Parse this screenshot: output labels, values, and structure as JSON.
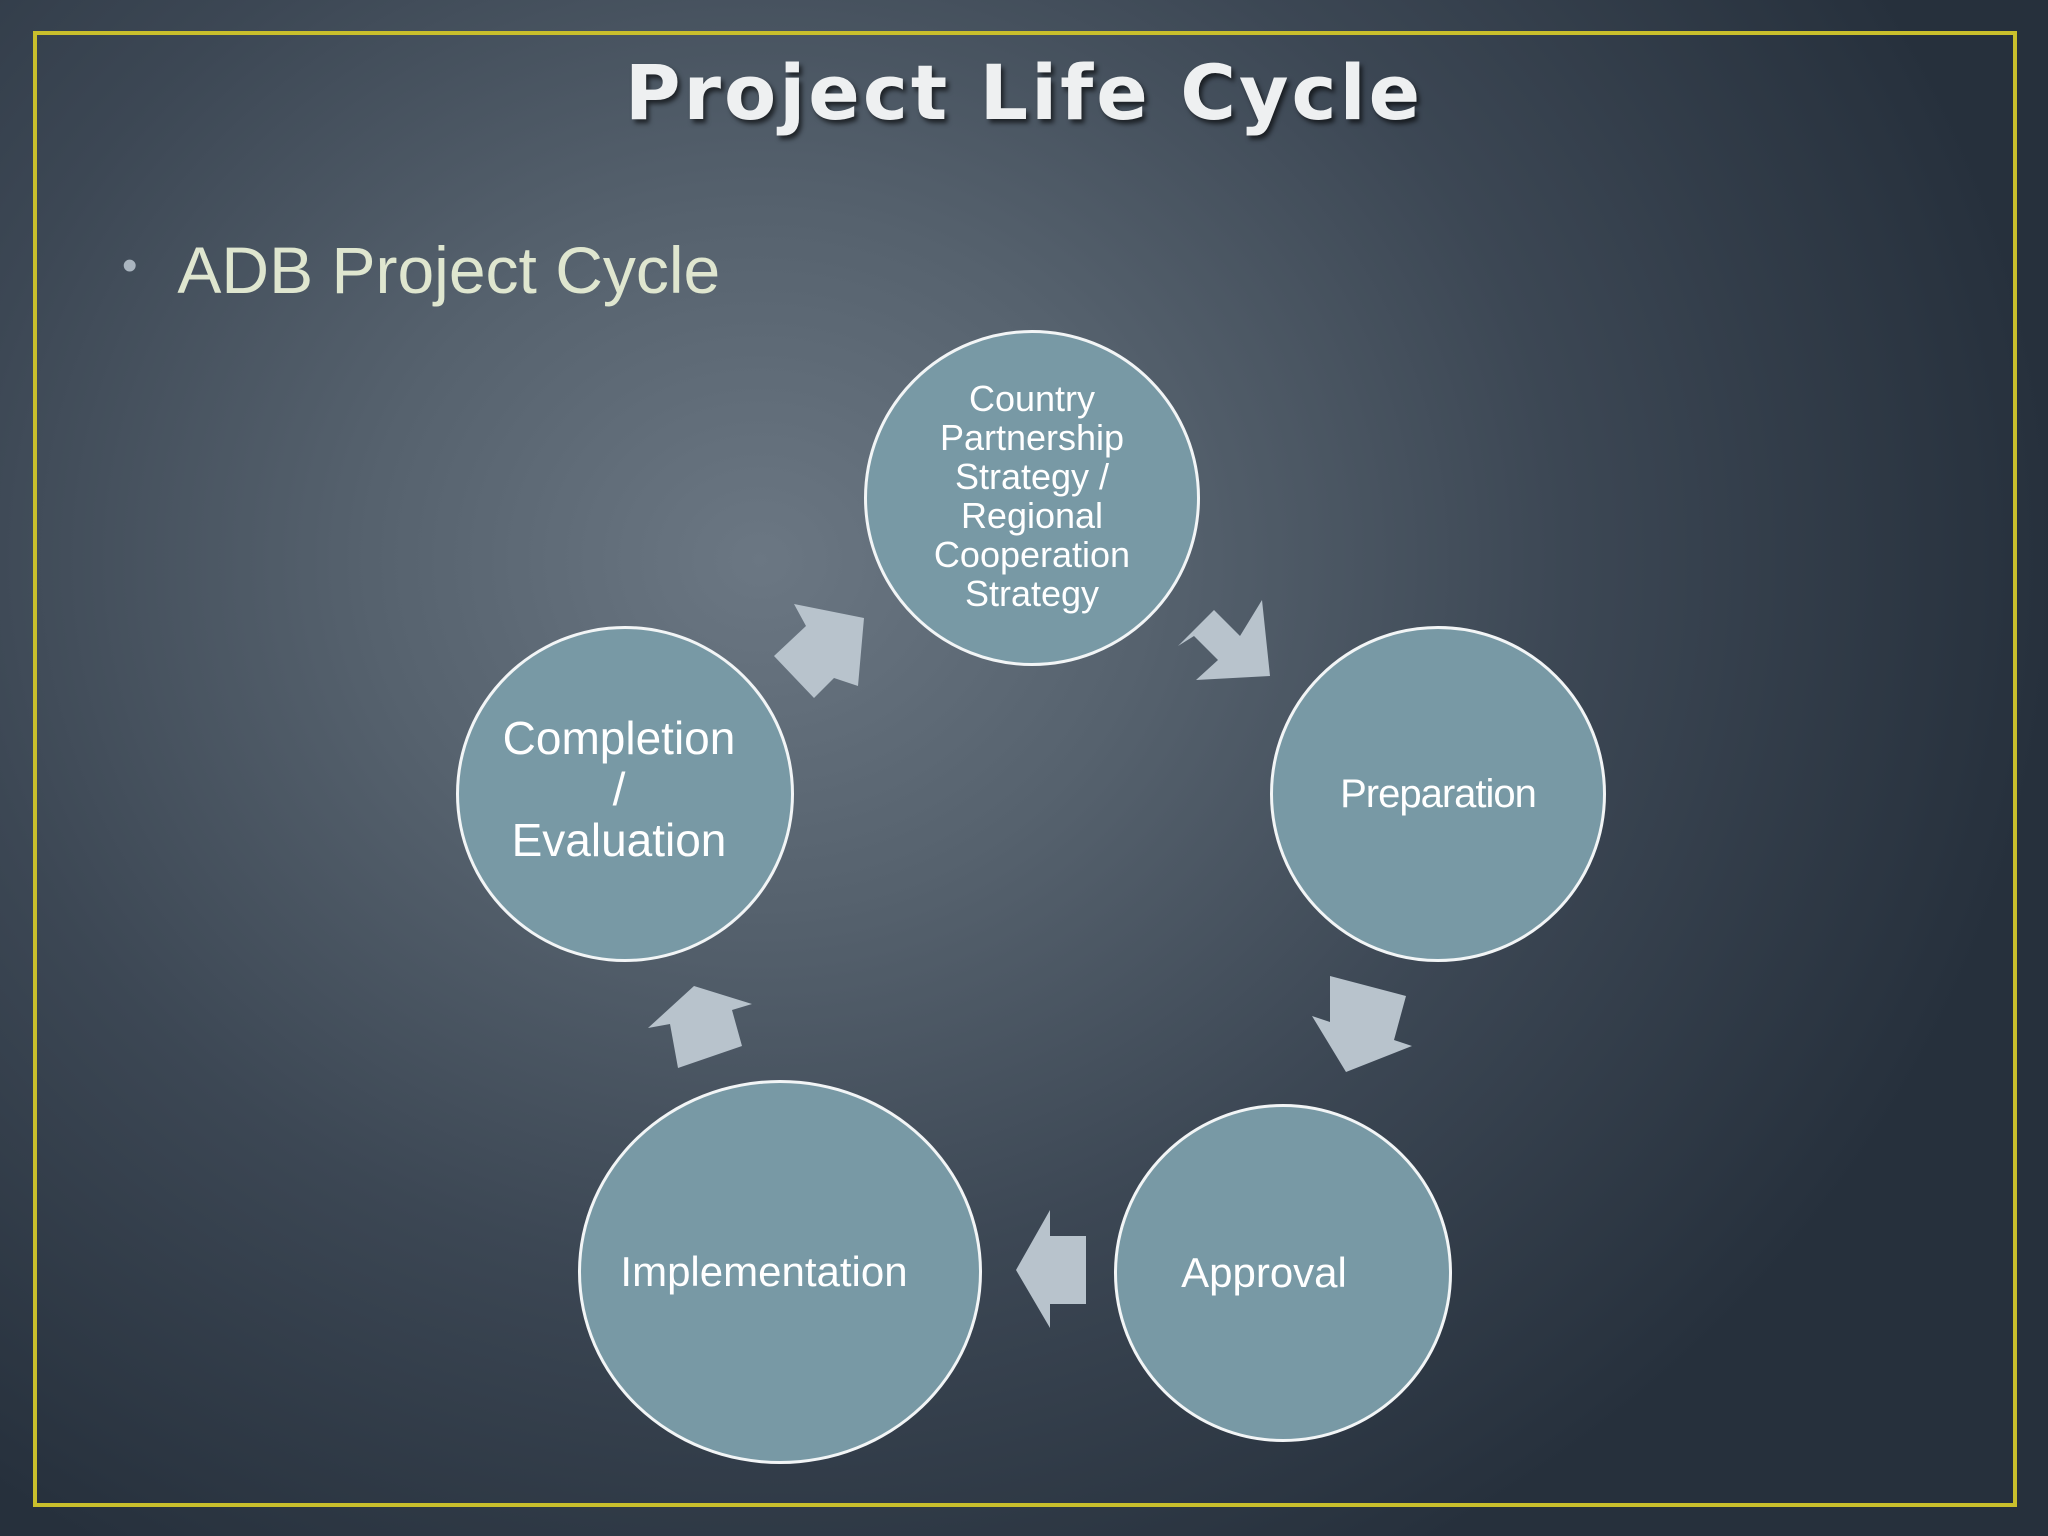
{
  "slide": {
    "title": "Project Life Cycle",
    "bullet": "ADB Project Cycle"
  },
  "diagram": {
    "nodes": [
      {
        "id": "strategy",
        "label": "Country\nPartnership\nStrategy /\nRegional\nCooperation\nStrategy"
      },
      {
        "id": "preparation",
        "label": "Preparation"
      },
      {
        "id": "approval",
        "label": "Approval"
      },
      {
        "id": "implementation",
        "label": "Implementation"
      },
      {
        "id": "completion",
        "label": "Completion\n/\nEvaluation"
      }
    ],
    "edges": [
      {
        "from": "strategy",
        "to": "preparation"
      },
      {
        "from": "preparation",
        "to": "approval"
      },
      {
        "from": "approval",
        "to": "implementation"
      },
      {
        "from": "implementation",
        "to": "completion"
      },
      {
        "from": "completion",
        "to": "strategy"
      }
    ],
    "colors": {
      "node_fill": "#7899a5",
      "node_border": "#f2f5f6",
      "arrow_fill": "#b8c3cc",
      "frame_border": "#c9bf2c"
    }
  }
}
